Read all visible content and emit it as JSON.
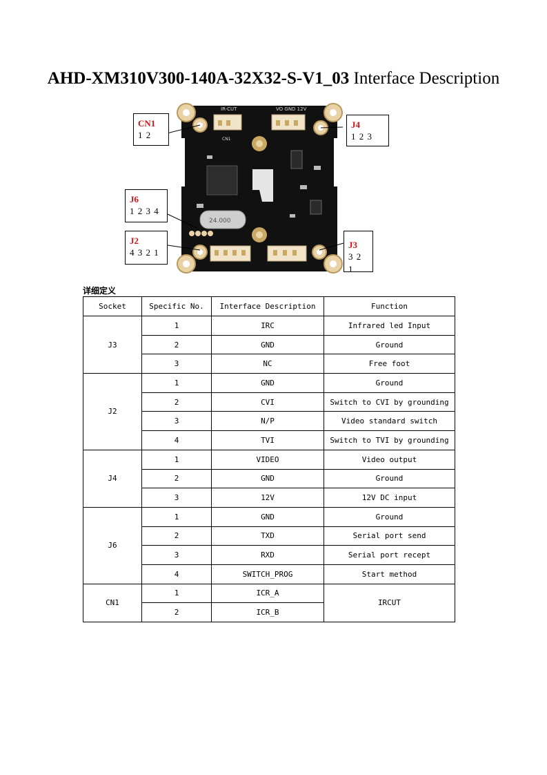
{
  "title": {
    "bold": "AHD-XM310V300-140A-32X32-S-V1_03",
    "rest": " Interface Description"
  },
  "board": {
    "silkscreen_ircut": "IR-CUT",
    "silkscreen_power": "VO GND 12V",
    "silkscreen_cn1": "CN1",
    "crystal": "24.000"
  },
  "callouts": {
    "cn1": {
      "name": "CN1",
      "pins": "1 2"
    },
    "j4": {
      "name": "J4",
      "pins": "1 2 3"
    },
    "j6": {
      "name": "J6",
      "pins": "1 2 3 4"
    },
    "j2": {
      "name": "J2",
      "pins": "4 3 2 1"
    },
    "j3": {
      "name": "J3",
      "pins": "3 2 1"
    }
  },
  "section_label": "详细定义",
  "table": {
    "headers": [
      "Socket",
      "Specific No.",
      "Interface Description",
      "Function"
    ],
    "groups": [
      {
        "socket": "J3",
        "rows": [
          {
            "no": "1",
            "desc": "IRC",
            "func": "Infrared led Input"
          },
          {
            "no": "2",
            "desc": "GND",
            "func": "Ground"
          },
          {
            "no": "3",
            "desc": "NC",
            "func": "Free foot"
          }
        ]
      },
      {
        "socket": "J2",
        "rows": [
          {
            "no": "1",
            "desc": "GND",
            "func": "Ground"
          },
          {
            "no": "2",
            "desc": "CVI",
            "func": "Switch to CVI by grounding"
          },
          {
            "no": "3",
            "desc": "N/P",
            "func": "Video standard switch"
          },
          {
            "no": "4",
            "desc": "TVI",
            "func": "Switch to TVI by grounding"
          }
        ]
      },
      {
        "socket": "J4",
        "rows": [
          {
            "no": "1",
            "desc": "VIDEO",
            "func": "Video output"
          },
          {
            "no": "2",
            "desc": "GND",
            "func": "Ground"
          },
          {
            "no": "3",
            "desc": "12V",
            "func": "12V DC input"
          }
        ]
      },
      {
        "socket": "J6",
        "rows": [
          {
            "no": "1",
            "desc": "GND",
            "func": "Ground"
          },
          {
            "no": "2",
            "desc": "TXD",
            "func": "Serial port send"
          },
          {
            "no": "3",
            "desc": "RXD",
            "func": "Serial port recept"
          },
          {
            "no": "4",
            "desc": "SWITCH_PROG",
            "func": "Start method"
          }
        ]
      },
      {
        "socket": "CN1",
        "rows": [
          {
            "no": "1",
            "desc": "ICR_A"
          },
          {
            "no": "2",
            "desc": "ICR_B"
          }
        ],
        "func": "IRCUT"
      }
    ]
  }
}
